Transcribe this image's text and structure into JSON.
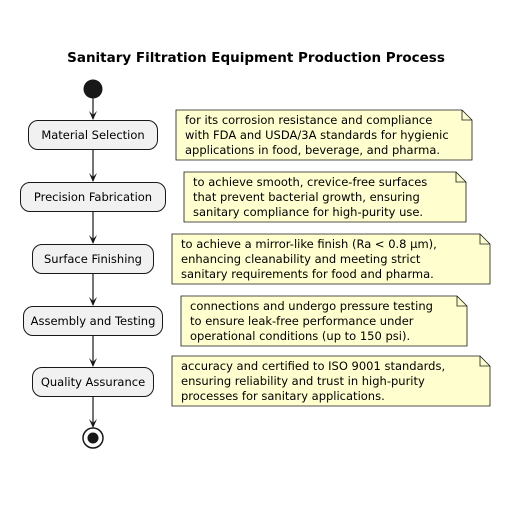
{
  "title": "Sanitary Filtration Equipment Production Process",
  "steps": [
    {
      "label": "Material Selection",
      "note": [
        "for its corrosion resistance and compliance",
        "with FDA and USDA/3A standards for hygienic",
        "applications in food, beverage, and pharma."
      ]
    },
    {
      "label": "Precision Fabrication",
      "note": [
        "to achieve smooth, crevice-free surfaces",
        "that prevent bacterial growth, ensuring",
        "sanitary compliance for high-purity use."
      ]
    },
    {
      "label": "Surface Finishing",
      "note": [
        "to achieve a mirror-like finish (Ra < 0.8 µm),",
        "enhancing cleanability and meeting strict",
        "sanitary requirements for food and pharma."
      ]
    },
    {
      "label": "Assembly and Testing",
      "note": [
        "connections and undergo pressure testing",
        "to ensure leak-free performance under",
        "operational conditions (up to 150 psi)."
      ]
    },
    {
      "label": "Quality Assurance",
      "note": [
        "accuracy and certified to ISO 9001 standards,",
        "ensuring reliability and trust in high-purity",
        "processes for sanitary applications."
      ]
    }
  ],
  "colors": {
    "note_fill": "#fefece",
    "note_border": "#181818",
    "step_fill": "#f1f1f1",
    "line": "#181818"
  }
}
